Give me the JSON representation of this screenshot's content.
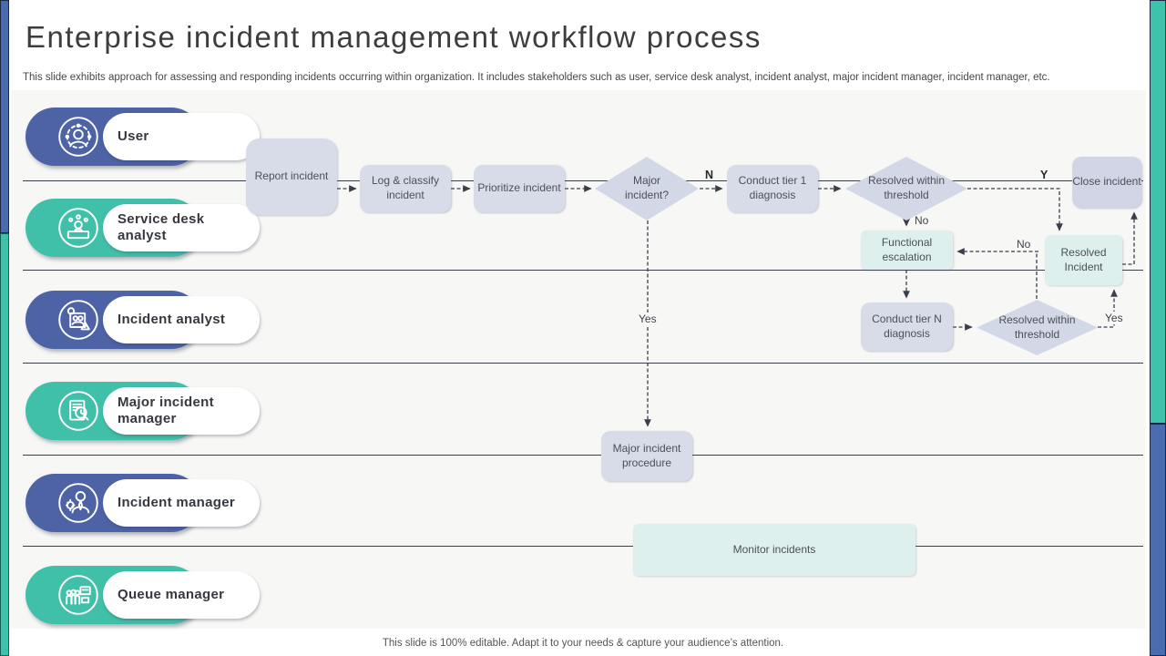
{
  "slide": {
    "title": "Enterprise incident management workflow process",
    "subtitle": "This slide exhibits approach for assessing and responding incidents occurring within organization. It includes stakeholders such as user, service desk analyst, incident analyst, major incident manager, incident manager, etc.",
    "footer": "This slide is 100% editable. Adapt it to your needs & capture your audience’s attention."
  },
  "colors": {
    "lane_blue": "#4d63a6",
    "lane_teal": "#41c0a9",
    "accent_blue_bar": "#4a6bad",
    "accent_teal_bar": "#3fc2ab",
    "flow_box_fill": "#d8dce9",
    "diamond_fill": "#d3d8e6",
    "close_box_fill": "#d1d5e5",
    "mint_box_fill": "#def0ed",
    "panel_bg": "#f7f8f6",
    "lane_line": "#3a3f48"
  },
  "lanes": [
    {
      "label": "User",
      "icon": "user-icon",
      "color": "#4d63a6"
    },
    {
      "label": "Service desk analyst",
      "icon": "service-desk-analyst-icon",
      "color": "#41c0a9"
    },
    {
      "label": "Incident analyst",
      "icon": "incident-analyst-icon",
      "color": "#4d63a6"
    },
    {
      "label": "Major incident manager",
      "icon": "major-incident-manager-icon",
      "color": "#41c0a9"
    },
    {
      "label": "Incident manager",
      "icon": "incident-manager-icon",
      "color": "#4d63a6"
    },
    {
      "label": "Queue manager",
      "icon": "queue-manager-icon",
      "color": "#41c0a9"
    }
  ],
  "flow": {
    "nodes": {
      "report": {
        "label": "Report incident"
      },
      "log_classify": {
        "label": "Log & classify incident"
      },
      "prioritize": {
        "label": "Prioritize incident"
      },
      "major_incident": {
        "label": "Major incident?"
      },
      "tier1": {
        "label": "Conduct tier 1 diagnosis"
      },
      "resolved1": {
        "label": "Resolved within threshold"
      },
      "close": {
        "label": "Close incident"
      },
      "functional_escalation": {
        "label": "Functional escalation"
      },
      "resolved_incident": {
        "label": "Resolved Incident"
      },
      "tierN": {
        "label": "Conduct tier N diagnosis"
      },
      "resolved2": {
        "label": "Resolved within threshold"
      },
      "major_procedure": {
        "label": "Major incident procedure"
      },
      "monitor": {
        "label": "Monitor incidents"
      }
    },
    "labels": {
      "n": "N",
      "y": "Y",
      "no1": "No",
      "no2": "No",
      "yes1": "Yes",
      "yes2": "Yes"
    }
  }
}
